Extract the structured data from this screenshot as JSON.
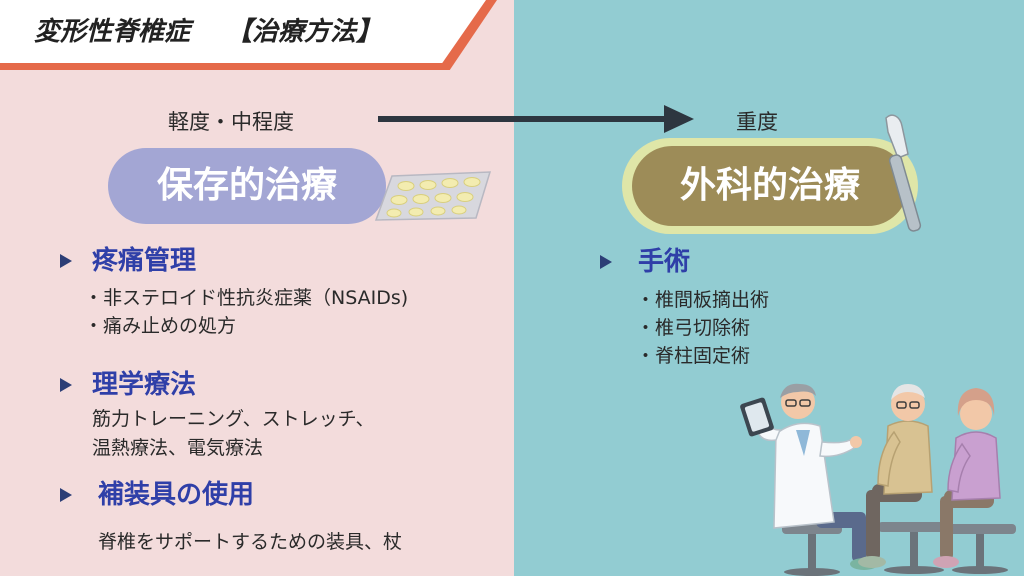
{
  "title": {
    "main": "変形性脊椎症",
    "sub": "【治療方法】"
  },
  "severity": {
    "mild": "軽度・中程度",
    "severe": "重度"
  },
  "conservative": {
    "label": "保存的治療",
    "sections": [
      {
        "heading": "疼痛管理",
        "items": [
          "・非ステロイド性抗炎症薬（NSAIDs)",
          "・痛み止めの処方"
        ]
      },
      {
        "heading": "理学療法",
        "items": [
          "筋力トレーニング、ストレッチ、",
          "温熱療法、電気療法"
        ]
      },
      {
        "heading": "補装具の使用",
        "items": [
          "脊椎をサポートするための装具、杖"
        ]
      }
    ]
  },
  "surgical": {
    "label": "外科的治療",
    "sections": [
      {
        "heading": "手術",
        "items": [
          "・椎間板摘出術",
          "・椎弓切除術",
          "・脊柱固定術"
        ]
      }
    ]
  },
  "colors": {
    "left_bg": "#f3dcdc",
    "right_bg": "#92ccd2",
    "accent": "#e56a4a",
    "heading": "#2f3fa8",
    "pill_left": "#a3a6d4",
    "pill_right": "#9d8c58",
    "pill_right_ring": "#dfe6a8"
  },
  "icons": [
    "pill-pack-icon",
    "scalpel-icon",
    "doctor-and-patients-illustration"
  ]
}
